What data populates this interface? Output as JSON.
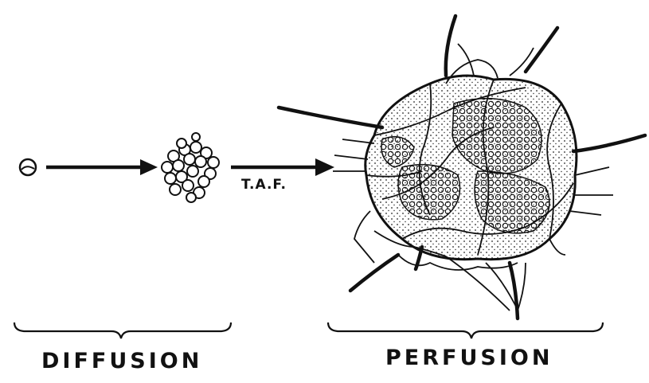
{
  "labels": {
    "arrow_label": "T.A.F.",
    "left_phase": "DIFFUSION",
    "right_phase": "PERFUSION"
  },
  "colors": {
    "ink": "#111111",
    "background": "#ffffff"
  }
}
